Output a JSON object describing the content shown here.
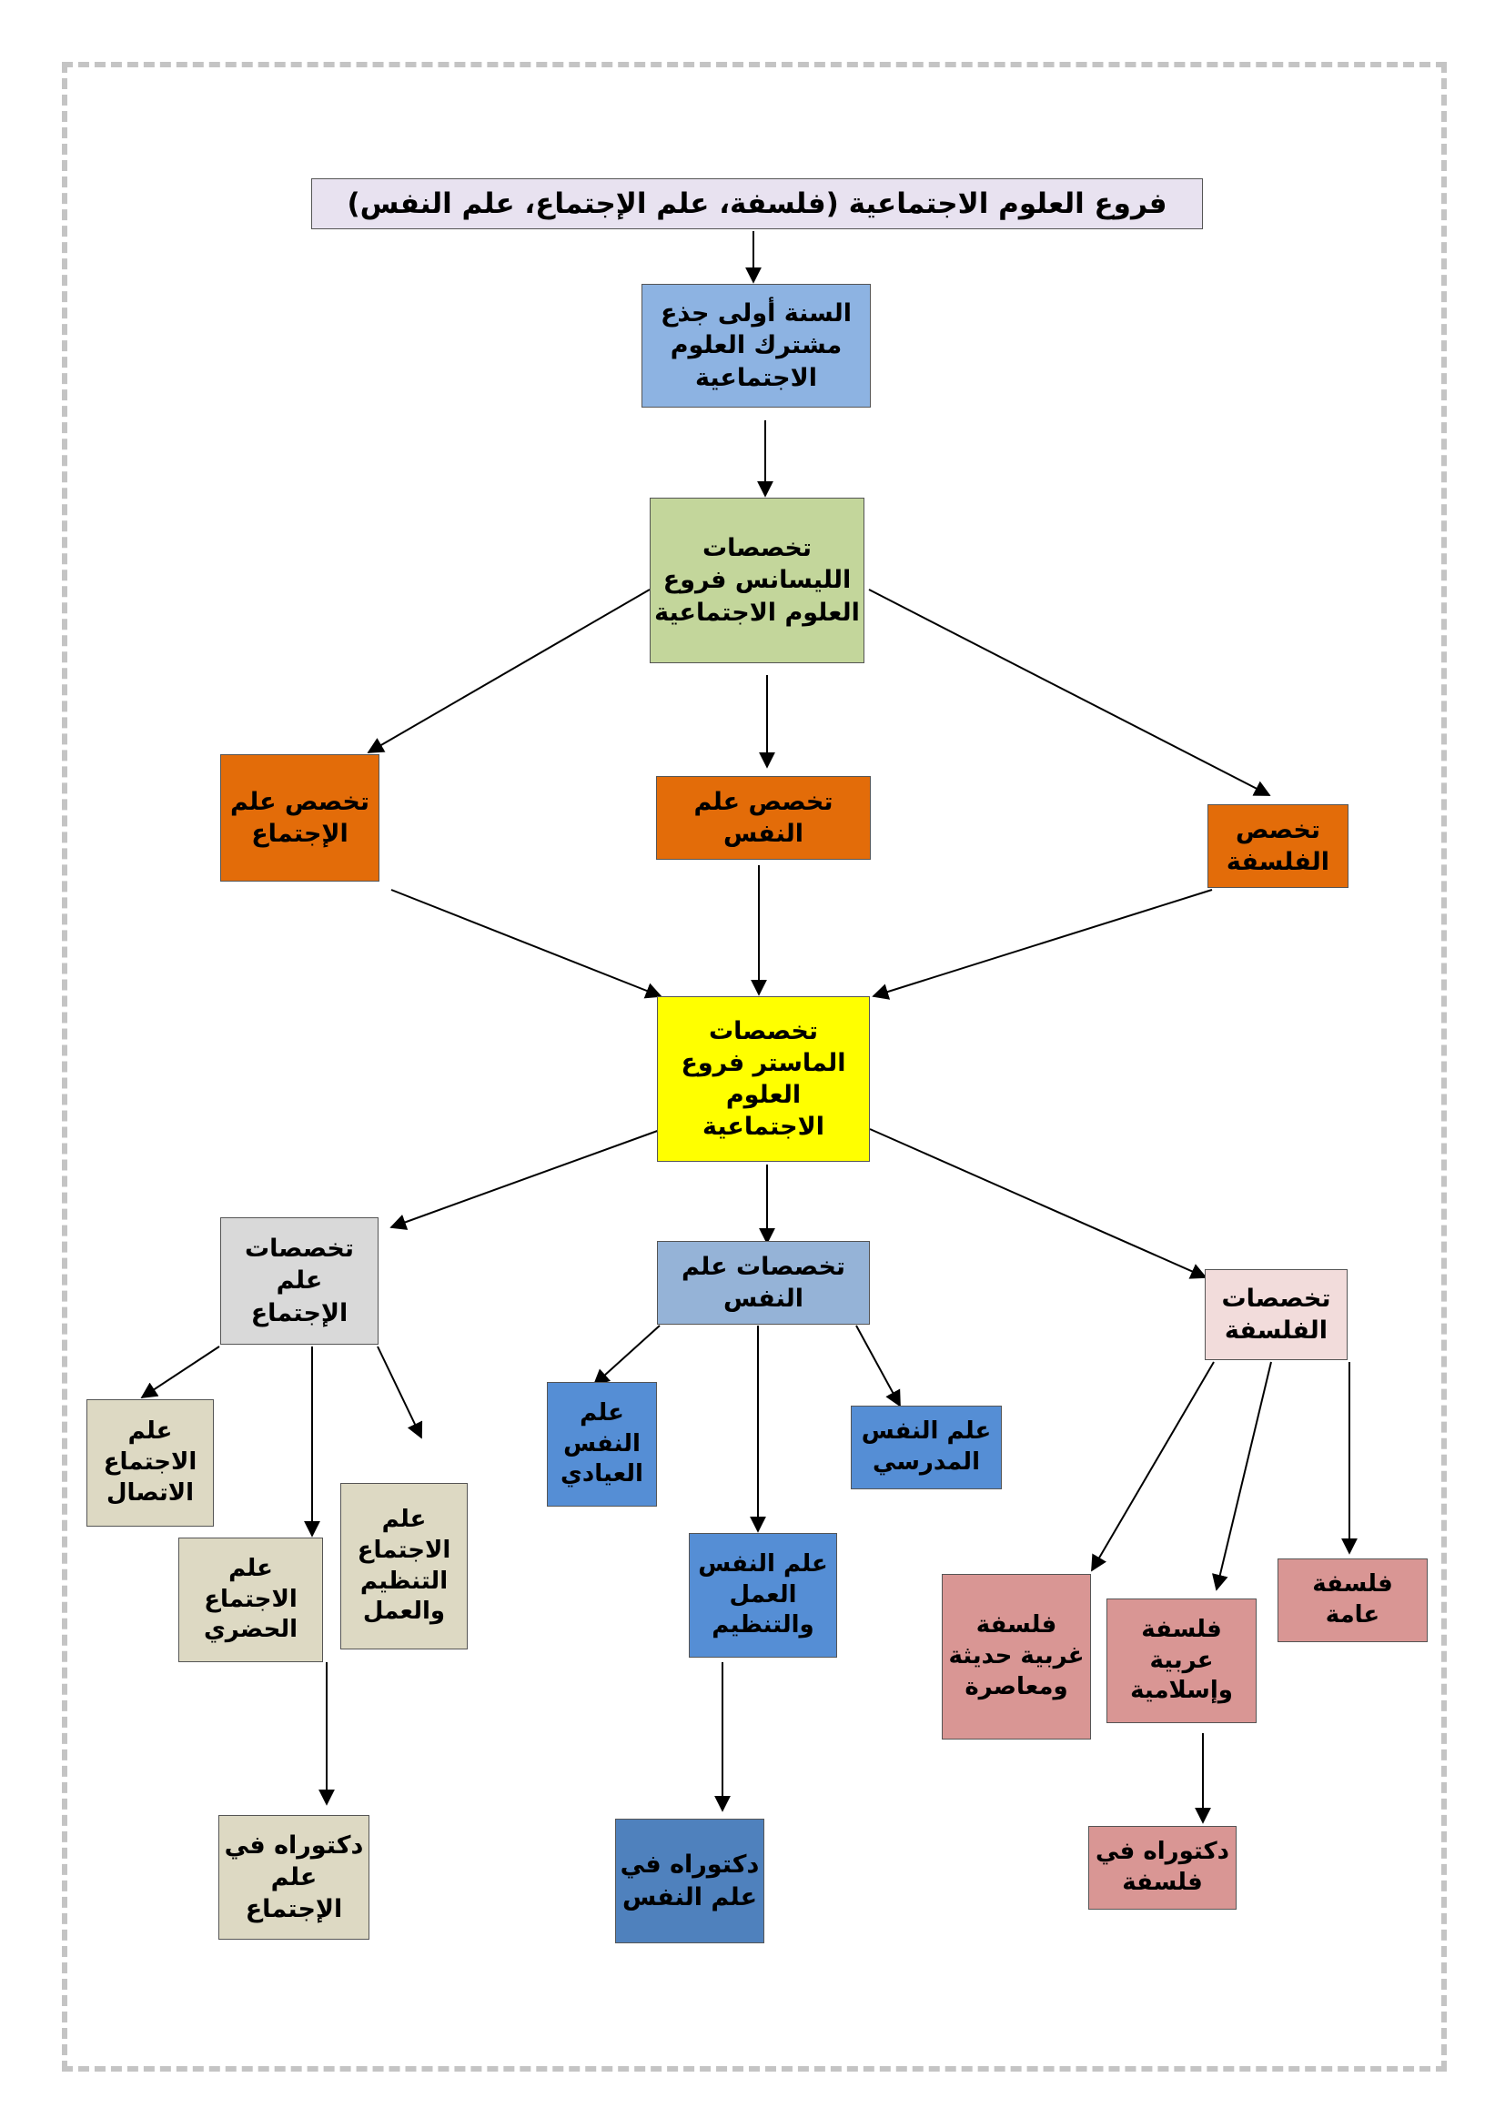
{
  "title": "فروع العلوم الاجتماعية (فلسفة، علم الإجتماع، علم النفس)",
  "nodes": {
    "year1": "السنة أولى جذع مشترك العلوم الاجتماعية",
    "licence": "تخصصات الليسانس فروع العلوم الاجتماعية",
    "lic_sociology": "تخصص علم الإجتماع",
    "lic_psychology": "تخصص علم النفس",
    "lic_philosophy": "تخصص الفلسفة",
    "master": "تخصصات الماستر فروع العلوم الاجتماعية",
    "m_sociology": "تخصصات علم الإجتماع",
    "m_psychology": "تخصصات علم النفس",
    "m_philosophy": "تخصصات الفلسفة",
    "soc_communication": "علم الاجتماع الاتصال",
    "soc_organization": "علم الاجتماع التنظيم والعمل",
    "soc_urban": "علم الاجتماع الحضري",
    "soc_doctorate": "دكتوراه في علم الإجتماع",
    "psy_clinical": "علم النفس العيادي",
    "psy_school": "علم النفس المدرسي",
    "psy_work": "علم النفس العمل والتنظيم",
    "psy_doctorate": "دكتوراه في علم النفس",
    "phil_general": "فلسفة عامة",
    "phil_arab": "فلسفة عربية وإسلامية",
    "phil_western": "فلسفة غربية حديثة ومعاصرة",
    "phil_doctorate": "دكتوراه في فلسفة"
  },
  "colors": {
    "title": "#e8e2f0",
    "year1": "#8db3e2",
    "licence": "#c3d69b",
    "licence_spec": "#e36c09",
    "master": "#ffff00",
    "sociology": "#ddd9c3",
    "sociology_header": "#d9d9d9",
    "psychology_header": "#95b3d7",
    "psychology": "#558ed5",
    "psychology_doctorate": "#4f81bd",
    "philosophy_header": "#f2dcdb",
    "philosophy": "#d99694"
  }
}
